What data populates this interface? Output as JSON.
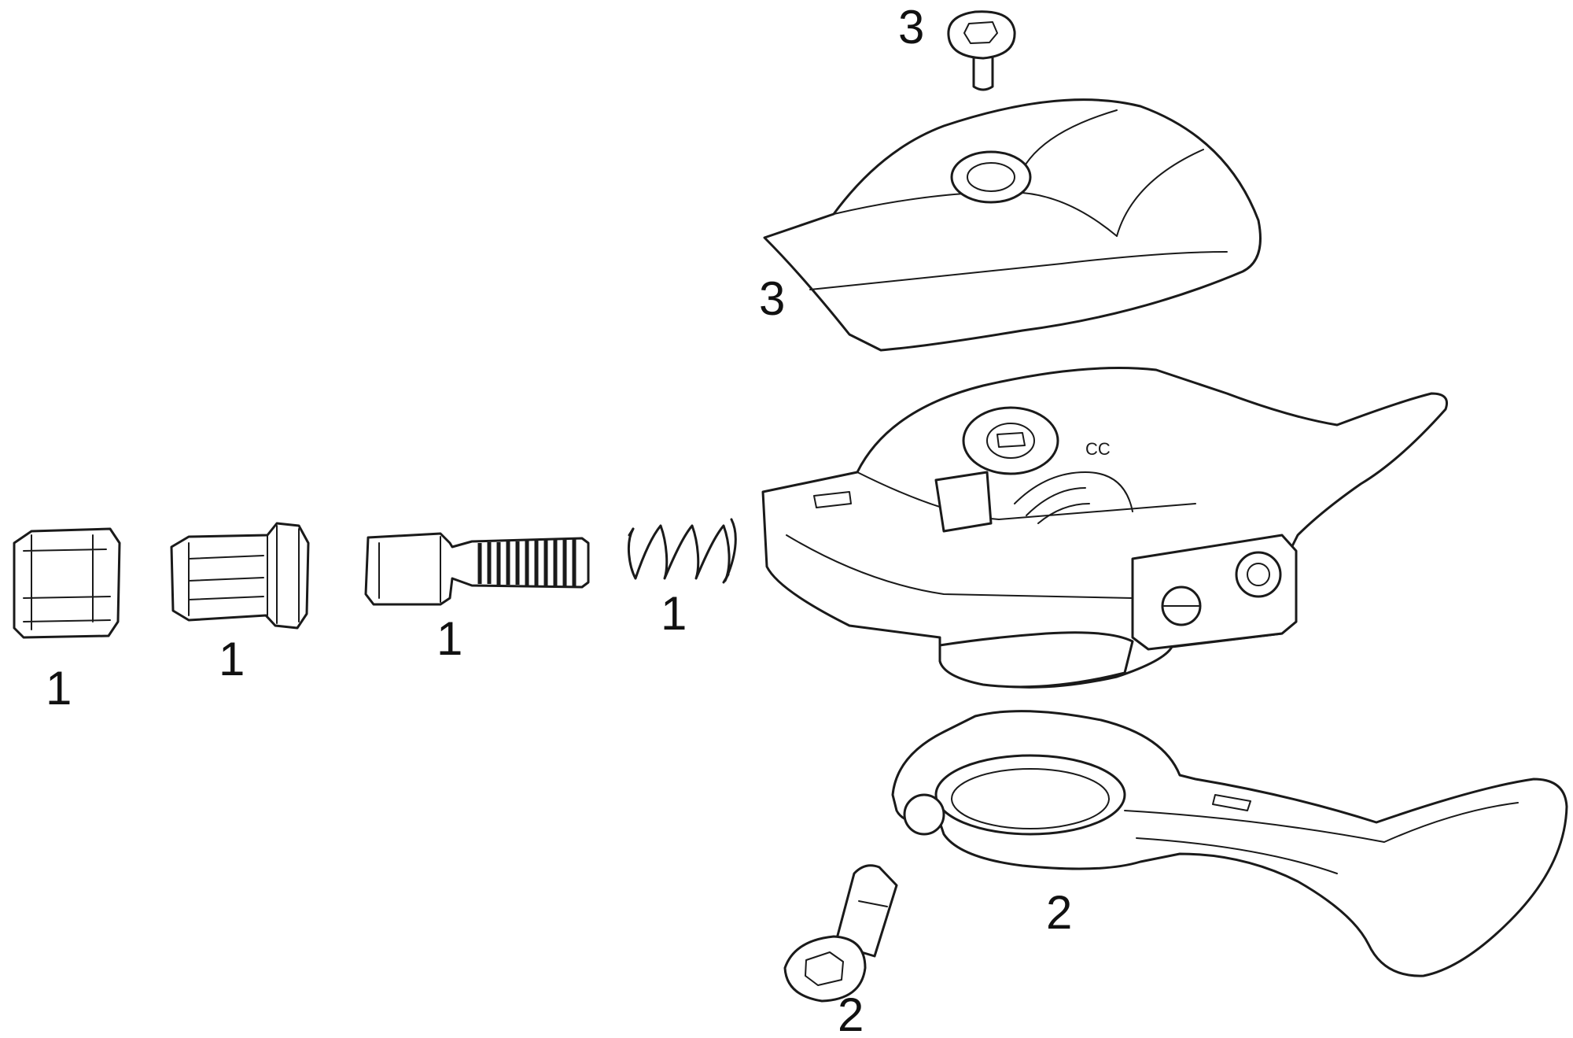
{
  "callouts": {
    "c1_cable_cap": "1",
    "c1_barrel_sleeve": "1",
    "c1_adjuster_bolt": "1",
    "c1_spring": "1",
    "c2_lever": "2",
    "c2_clamp_bolt": "2",
    "c3_cover_screw": "3",
    "c3_top_cover": "3"
  },
  "shifter_marking": "CC",
  "colors": {
    "line": "#1a1a1a",
    "background": "#ffffff"
  }
}
